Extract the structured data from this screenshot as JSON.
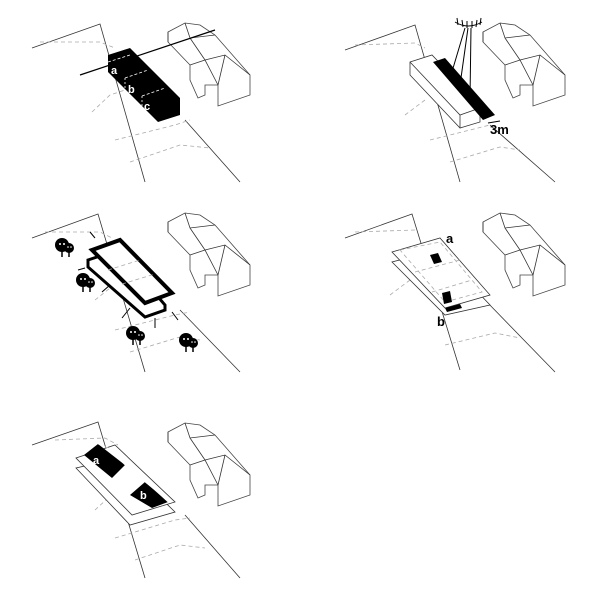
{
  "diagram": {
    "type": "architectural-isometric-sequence",
    "panel_count": 5,
    "colors": {
      "ink": "#000000",
      "line": "#333333",
      "dash": "#aaaaaa",
      "background": "#ffffff"
    },
    "panels": [
      {
        "id": "panel-1",
        "description": "Black volume split into three parts on the plot, axis line aligned with neighbour house",
        "labels": {
          "a": "a",
          "b": "b",
          "c": "c"
        }
      },
      {
        "id": "panel-2",
        "description": "Sunlight strip along volume, setback distance",
        "labels": {
          "setback": "3m"
        },
        "icons": [
          "sun-icon"
        ]
      },
      {
        "id": "panel-3",
        "description": "Lifted slabs with views/arrows toward trees",
        "icons": [
          "tree-icon",
          "tree-icon",
          "tree-icon",
          "tree-icon"
        ]
      },
      {
        "id": "panel-4",
        "description": "Stacked floor plates with stairs, parts a and b",
        "labels": {
          "a": "a",
          "b": "b"
        }
      },
      {
        "id": "panel-5",
        "description": "Two pitched-roof volumes on plinth",
        "labels": {
          "a": "a",
          "b": "b"
        }
      }
    ]
  }
}
